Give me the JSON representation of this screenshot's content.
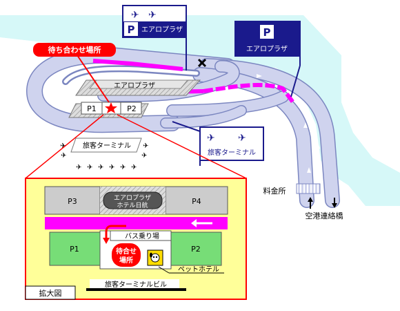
{
  "colors": {
    "sea": "#d6f8f8",
    "road_fill": "#cfd3ee",
    "road_edge": "#7b86c0",
    "route_magenta": "#ff00ff",
    "sign_blue": "#1a1a8c",
    "callout_red": "#ff0000",
    "inset_bg": "#ffff99",
    "parking_green": "#77dd77",
    "building_gray": "#cccccc"
  },
  "signs": {
    "left_plaza": {
      "p_letter": "P",
      "label": "エアロプラザ",
      "icons": [
        "arrival-plane-icon",
        "departure-plane-icon"
      ]
    },
    "right_plaza": {
      "p_letter": "P",
      "label": "エアロプラザ"
    },
    "terminal": {
      "label": "旅客ターミナル",
      "icons": [
        "arrival-plane-icon",
        "departure-plane-icon"
      ]
    }
  },
  "callout": {
    "label": "待ち合わせ場所"
  },
  "overview": {
    "aeroplaza": "エアロプラザ",
    "p1": "P1",
    "p2": "P2",
    "terminal": "旅客ターミナル",
    "toll": "料金所",
    "bridge": "空港連絡橋"
  },
  "inset": {
    "title": "拡大図",
    "p3": "P3",
    "p4": "P4",
    "p1": "P1",
    "p2": "P2",
    "hotel_line1": "エアロプラザ",
    "hotel_line2": "ホテル日航",
    "bus_stop": "バス乗り場",
    "meeting_line1": "待合せ",
    "meeting_line2": "場所",
    "pet_hotel": "ペットホテル",
    "terminal_building": "旅客ターミナルビル"
  }
}
